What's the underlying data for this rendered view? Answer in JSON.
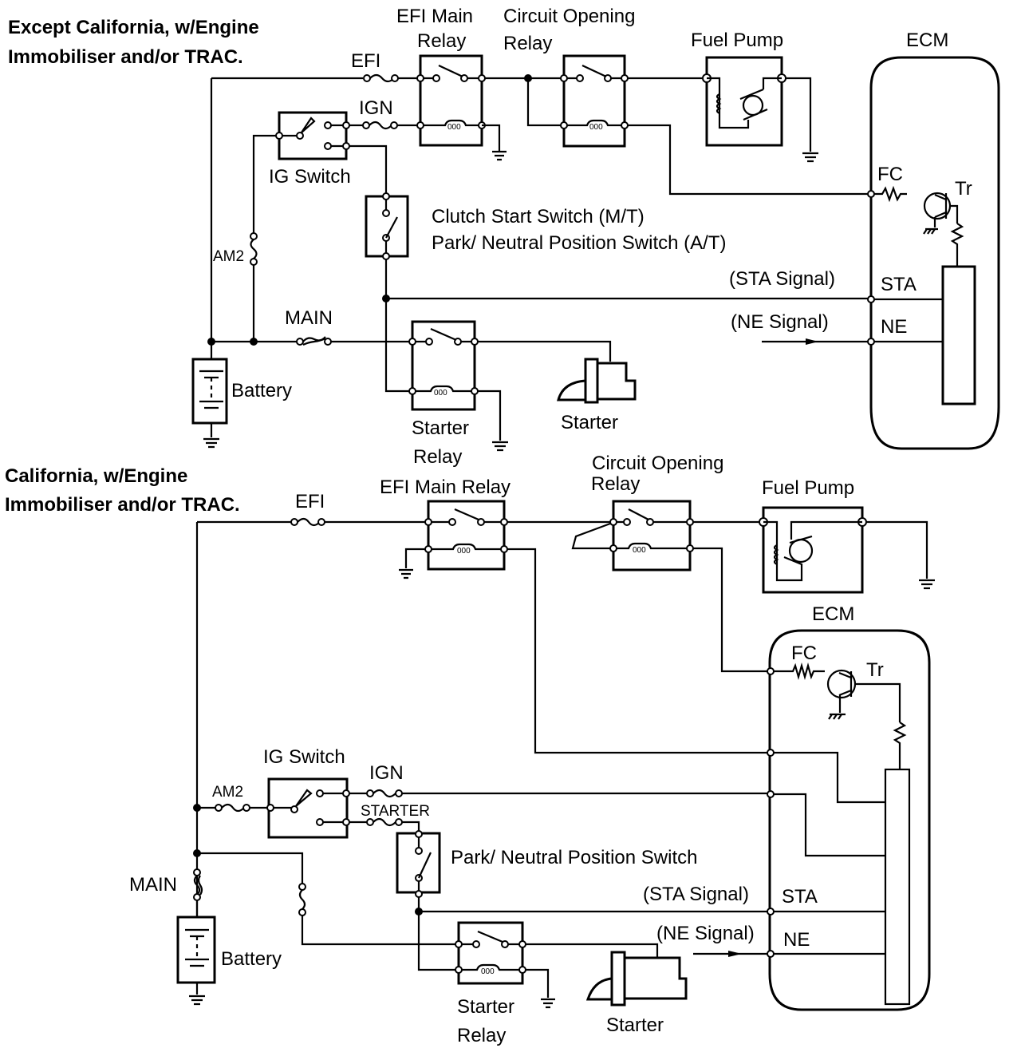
{
  "diagrams": [
    {
      "title_line1": "Except California, w/Engine",
      "title_line2": "Immobiliser and/or TRAC.",
      "labels": {
        "efi_fuse": "EFI",
        "efi_relay_1": "EFI Main",
        "efi_relay_2": "Relay",
        "cor_1": "Circuit Opening",
        "cor_2": "Relay",
        "fuel_pump": "Fuel Pump",
        "ecm": "ECM",
        "ign_fuse": "IGN",
        "ig_switch": "IG Switch",
        "clutch_1": "Clutch Start Switch (M/T)",
        "clutch_2": "Park/ Neutral Position Switch (A/T)",
        "am2": "AM2",
        "main": "MAIN",
        "battery": "Battery",
        "starter_relay_1": "Starter",
        "starter_relay_2": "Relay",
        "starter": "Starter",
        "fc": "FC",
        "tr": "Tr",
        "sta_signal": "(STA Signal)",
        "sta": "STA",
        "ne_signal": "(NE Signal)",
        "ne": "NE"
      }
    },
    {
      "title_line1": "California, w/Engine",
      "title_line2": "Immobiliser and/or TRAC.",
      "labels": {
        "efi_fuse": "EFI",
        "efi_relay": "EFI Main Relay",
        "cor_1": "Circuit Opening",
        "cor_2": "Relay",
        "fuel_pump": "Fuel Pump",
        "ecm": "ECM",
        "fc": "FC",
        "tr": "Tr",
        "ig_switch": "IG Switch",
        "ign_fuse": "IGN",
        "am2": "AM2",
        "starter_fuse": "STARTER",
        "pnp_switch": "Park/ Neutral Position Switch",
        "main": "MAIN",
        "battery": "Battery",
        "sta_signal": "(STA Signal)",
        "sta": "STA",
        "ne_signal": "(NE Signal)",
        "ne": "NE",
        "starter_relay_1": "Starter",
        "starter_relay_2": "Relay",
        "starter": "Starter"
      }
    }
  ]
}
